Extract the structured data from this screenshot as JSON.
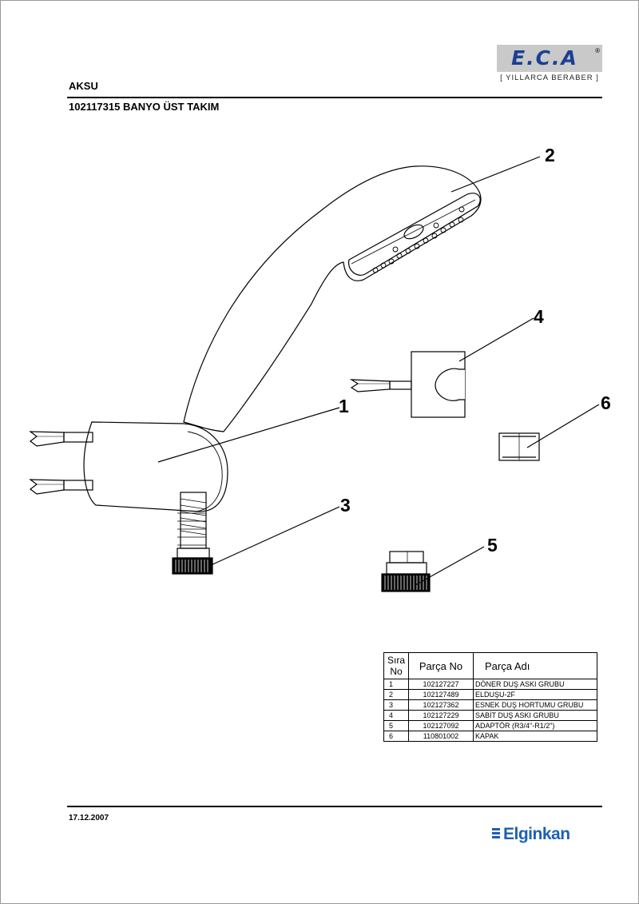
{
  "logo": {
    "text": "E.C.A",
    "registered": "®",
    "slogan": "[ YILLARCA BERABER ]"
  },
  "header": {
    "series": "AKSU",
    "title": "102117315 BANYO ÜST TAKIM"
  },
  "callouts": [
    "1",
    "2",
    "3",
    "4",
    "5",
    "6"
  ],
  "table": {
    "headers": [
      "Sıra No",
      "Parça No",
      "Parça Adı"
    ],
    "rows": [
      [
        "1",
        "102127227",
        "DÖNER DUŞ ASKI GRUBU"
      ],
      [
        "2",
        "102127489",
        "ELDUŞU-2F"
      ],
      [
        "3",
        "102127362",
        "ESNEK DUŞ HORTUMU GRUBU"
      ],
      [
        "4",
        "102127229",
        "SABİT DUŞ ASKI GRUBU"
      ],
      [
        "5",
        "102127092",
        "ADAPTÖR (R3/4\"-R1/2\")"
      ],
      [
        "6",
        "110801002",
        "KAPAK"
      ]
    ]
  },
  "footer": {
    "date": "17.12.2007",
    "brand": "Elginkan"
  },
  "colors": {
    "logo_blue": "#1b3f93",
    "brand_blue": "#1f5fb4",
    "logo_bg": "#c9c9c9"
  }
}
